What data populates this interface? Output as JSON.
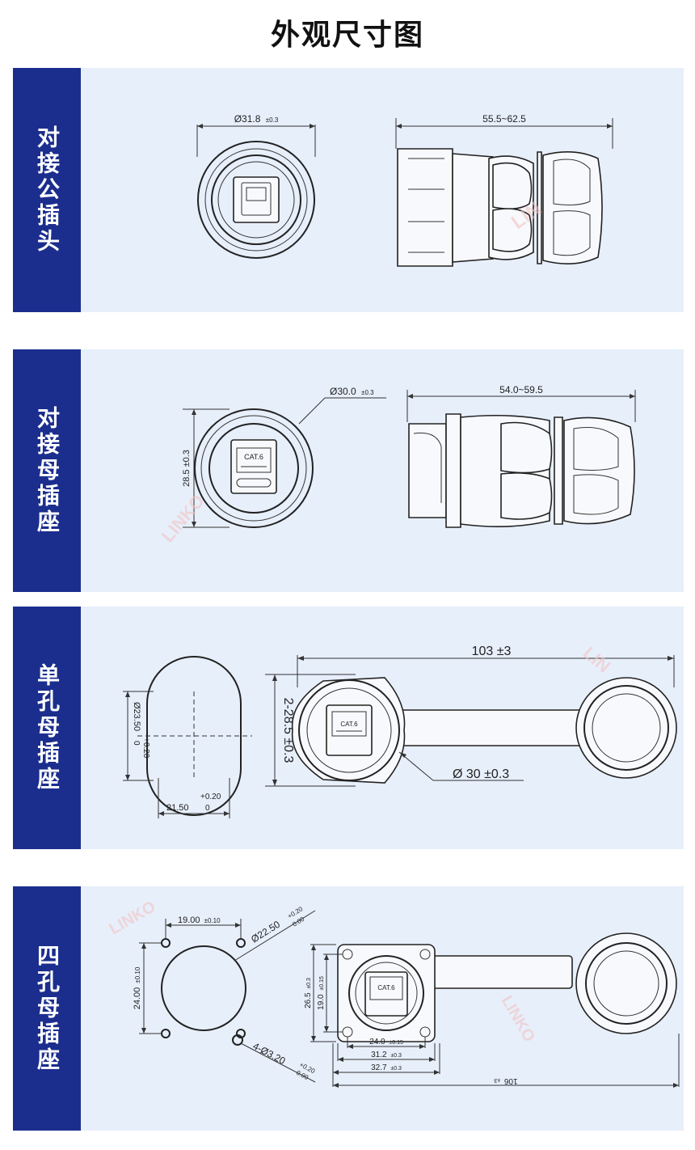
{
  "page_title": "外观尺寸图",
  "sections": [
    {
      "label": "对接公插头",
      "dims": {
        "front_dia": "Ø31.8",
        "front_dia_tol": "±0.3",
        "length": "55.5~62.5"
      }
    },
    {
      "label": "对接母插座",
      "dims": {
        "front_dia": "Ø30.0",
        "front_dia_tol": "±0.3",
        "height": "28.5 ±0.3",
        "length": "54.0~59.5",
        "jack_text": "CAT.6"
      }
    },
    {
      "label": "单孔母插座",
      "dims": {
        "cut_dia": "Ø23.50",
        "cut_dia_upper": "+0.20",
        "cut_dia_lower": "0",
        "cut_flat": "21.50",
        "cut_flat_upper": "+0.20",
        "cut_flat_lower": "0",
        "length": "103 ±3",
        "height": "2-28.5 ±0.3",
        "body_dia": "Ø 30 ±0.3",
        "jack_text": "CAT.6"
      }
    },
    {
      "label": "四孔母插座",
      "dims": {
        "hole_span_x": "19.00",
        "hole_span_x_tol": "±0.10",
        "hole_span_y": "24.00",
        "hole_span_y_tol": "±0.10",
        "cut_dia": "Ø22.50",
        "cut_dia_upper": "+0.20",
        "cut_dia_lower": "0.00",
        "hole_dia": "4-Ø3.20",
        "hole_dia_upper": "+0.20",
        "hole_dia_lower": "0.00",
        "flange_h1": "26.5",
        "flange_h1_tol": "±0.3",
        "flange_h2": "19.0",
        "flange_h2_tol": "±0.15",
        "flange_w1": "24.0",
        "flange_w1_tol": "±0.15",
        "flange_w2": "31.2",
        "flange_w2_tol": "±0.3",
        "flange_w3": "32.7",
        "flange_w3_tol": "±0.3",
        "length": "106",
        "length_tol": "±3",
        "jack_text": "CAT.6"
      }
    }
  ],
  "colors": {
    "side_bar": "#1b2e8e",
    "panel_bg": "#e7effb",
    "line": "#222222"
  }
}
